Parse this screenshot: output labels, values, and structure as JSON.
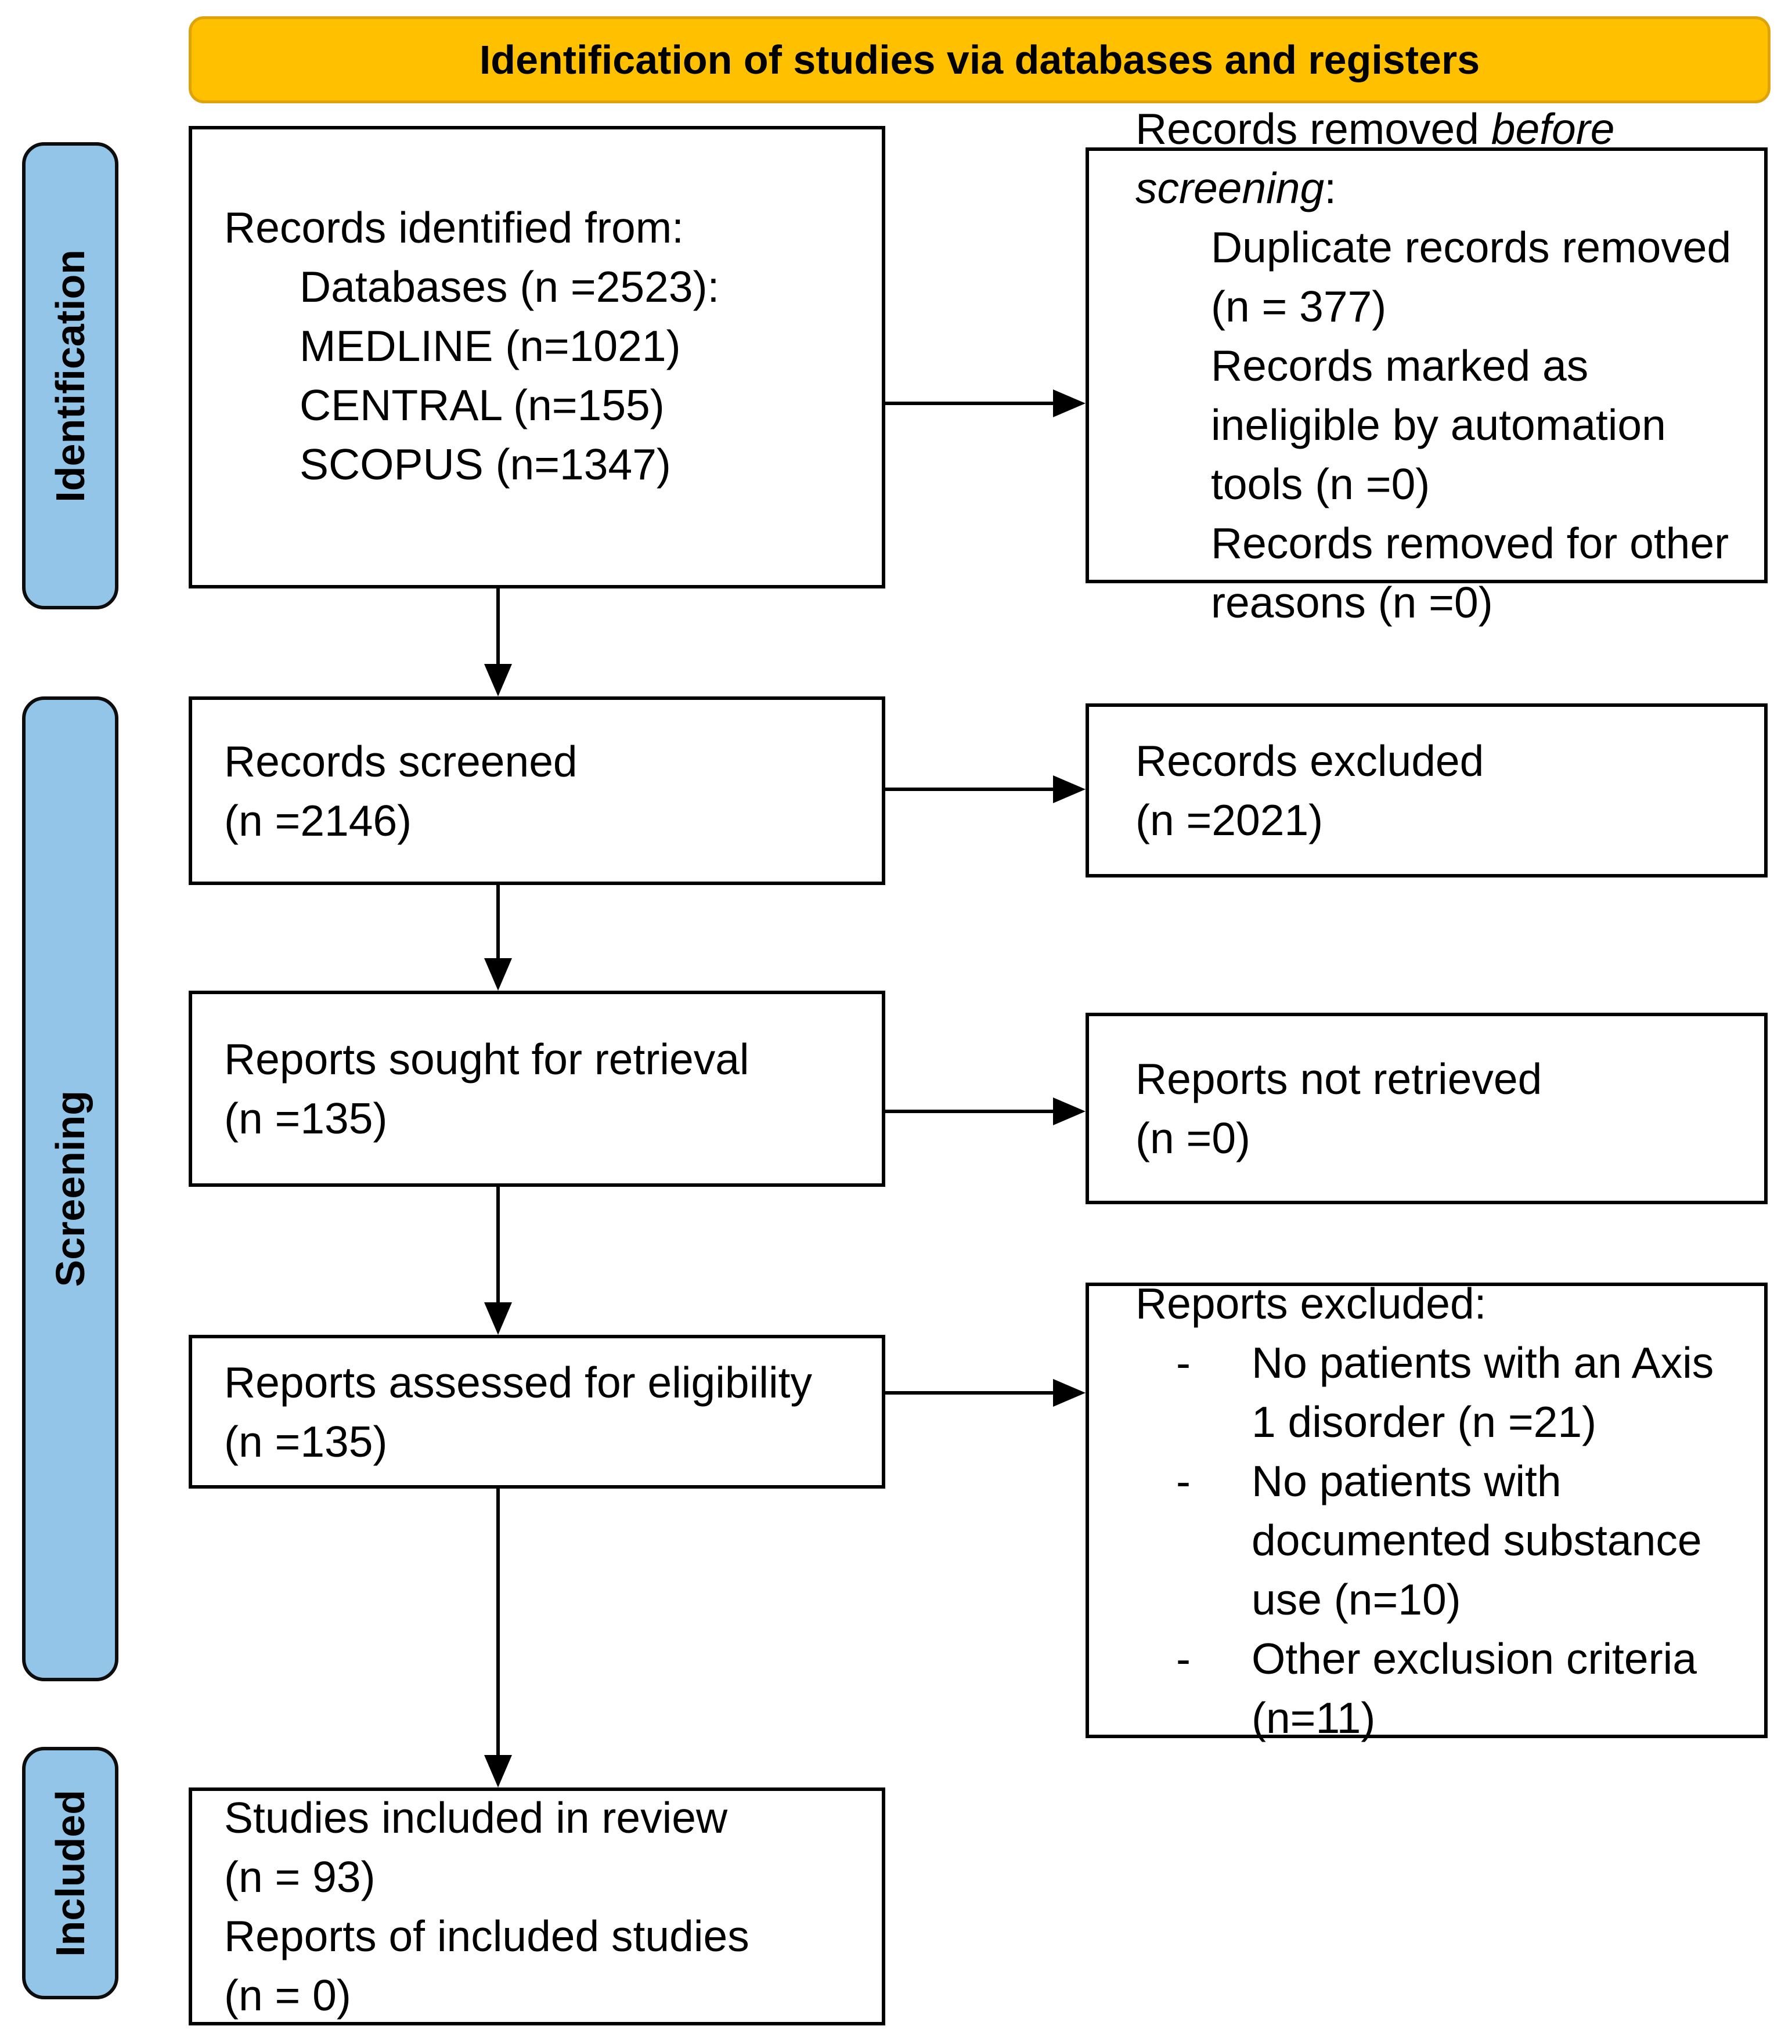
{
  "title": "Identification of studies via databases and registers",
  "colors": {
    "banner_fill": "#FFC000",
    "banner_border": "#DFA30A",
    "stage_fill": "#92C5E8",
    "stage_border": "#0D0D0D",
    "box_border": "#000000",
    "arrow": "#000000",
    "background": "#FFFFFF",
    "text": "#000000"
  },
  "stages": [
    {
      "label": "Identification"
    },
    {
      "label": "Screening"
    },
    {
      "label": "Included"
    }
  ],
  "boxes": {
    "records_identified": {
      "intro": "Records identified from:",
      "items": [
        "Databases (n =2523):",
        "MEDLINE (n=1021)",
        "CENTRAL (n=155)",
        "SCOPUS (n=1347)"
      ]
    },
    "records_removed": {
      "intro_prefix": "Records removed ",
      "intro_italic": "before screening",
      "intro_suffix": ":",
      "items": [
        "Duplicate records removed (n = 377)",
        "Records marked as ineligible by automation tools (n =0)",
        "Records removed for other reasons (n =0)"
      ]
    },
    "records_screened": {
      "line1": "Records screened",
      "line2": "(n =2146)"
    },
    "records_excluded": {
      "line1": "Records excluded",
      "line2": "(n =2021)"
    },
    "reports_sought": {
      "line1": "Reports sought for retrieval",
      "line2": "(n =135)"
    },
    "reports_not_retrieved": {
      "line1": "Reports not retrieved",
      "line2": "(n =0)"
    },
    "reports_assessed": {
      "line1": "Reports assessed for eligibility",
      "line2": "(n =135)"
    },
    "reports_excluded": {
      "intro": "Reports excluded:",
      "marker": "-",
      "bullets": [
        "No patients with an Axis 1 disorder (n =21)",
        "No patients with documented substance use (n=10)",
        "Other exclusion criteria (n=11)"
      ]
    },
    "studies_included": {
      "line1": "Studies included in review",
      "line2": "(n = 93)",
      "line3": "Reports of included studies",
      "line4": "(n = 0)"
    }
  }
}
